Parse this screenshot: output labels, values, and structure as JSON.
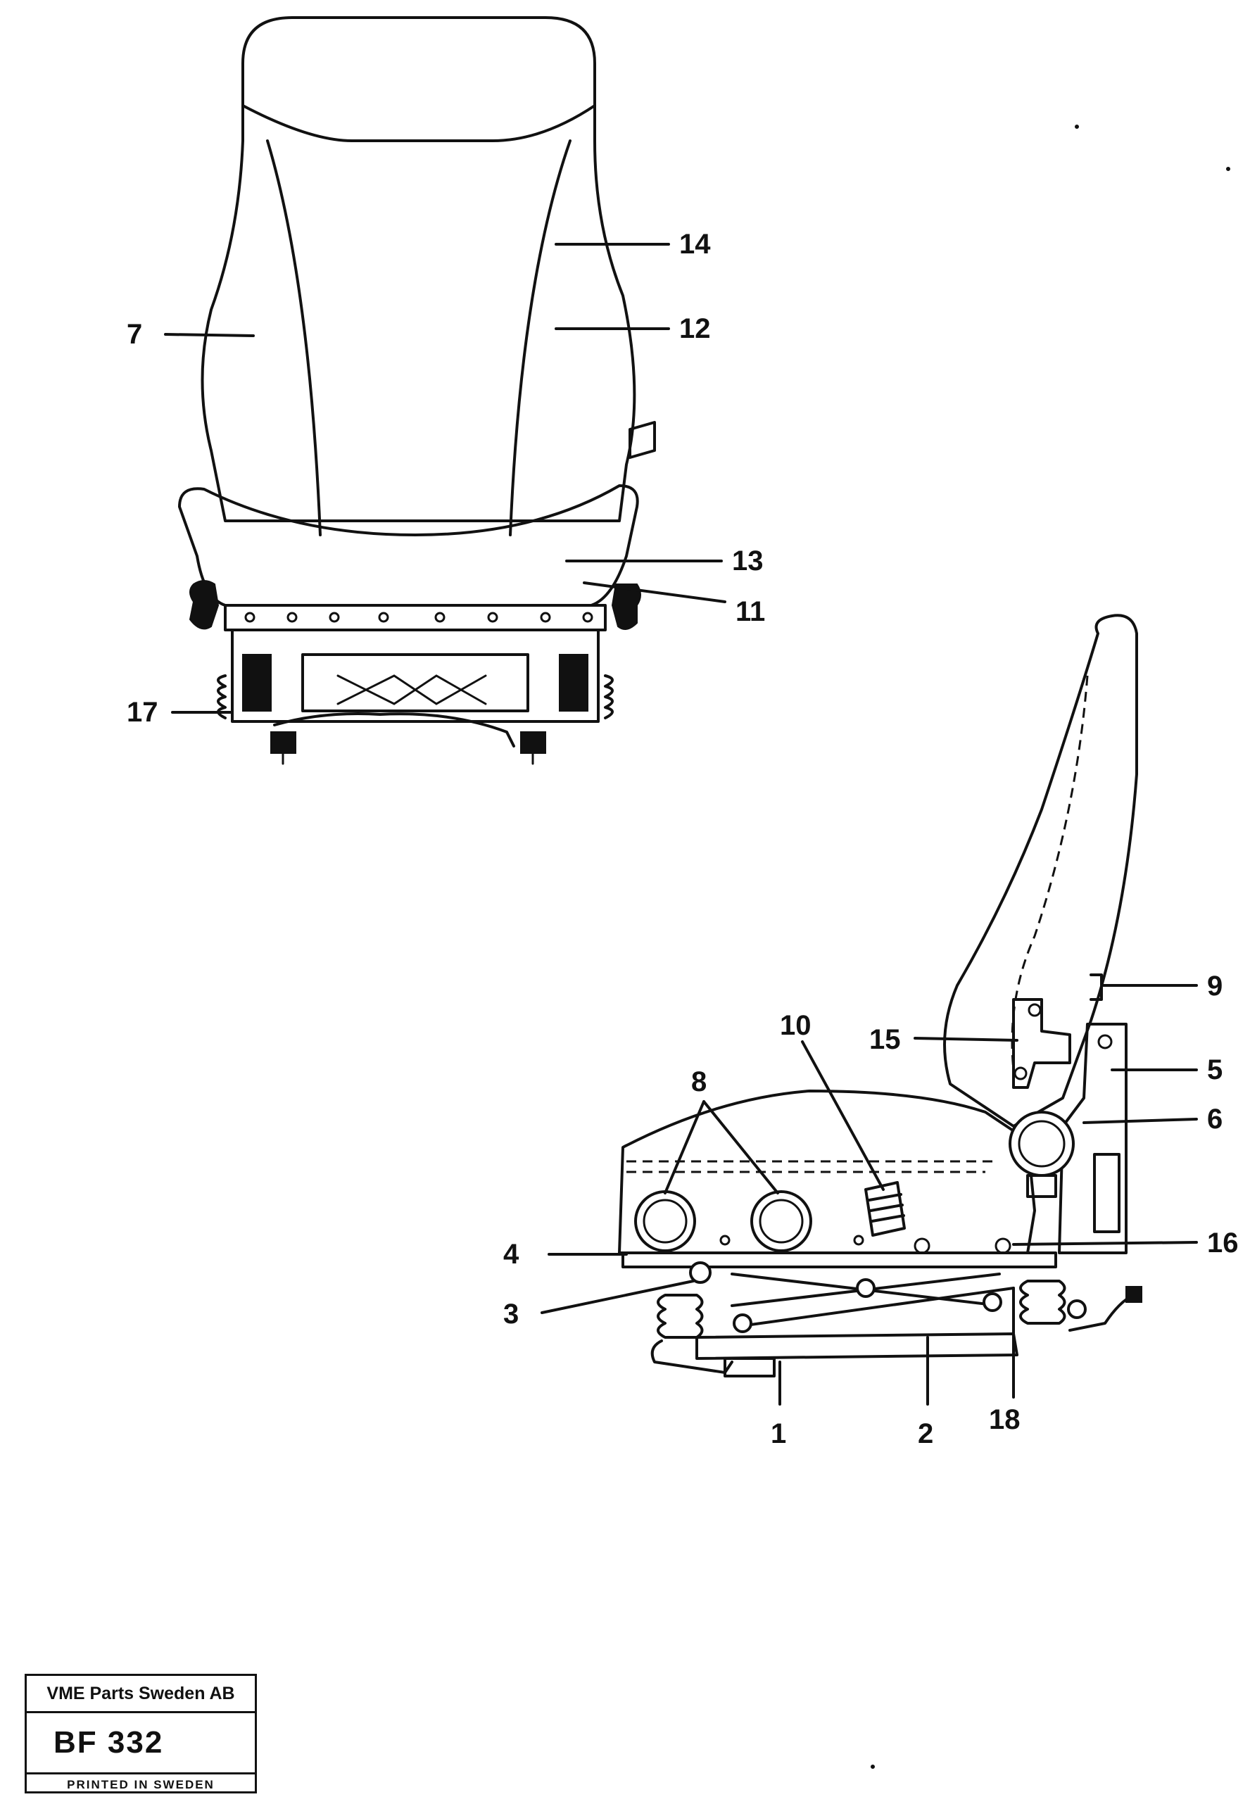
{
  "figure": {
    "front_view_callouts": [
      "14",
      "12",
      "7",
      "13",
      "11",
      "17"
    ],
    "side_view_callouts": [
      "9",
      "10",
      "15",
      "5",
      "8",
      "6",
      "4",
      "16",
      "3",
      "18",
      "1",
      "2"
    ]
  },
  "title_block": {
    "company": "VME Parts Sweden AB",
    "code": "BF 332",
    "printed": "PRINTED IN SWEDEN"
  },
  "colors": {
    "ink": "#111111",
    "paper": "#ffffff"
  }
}
